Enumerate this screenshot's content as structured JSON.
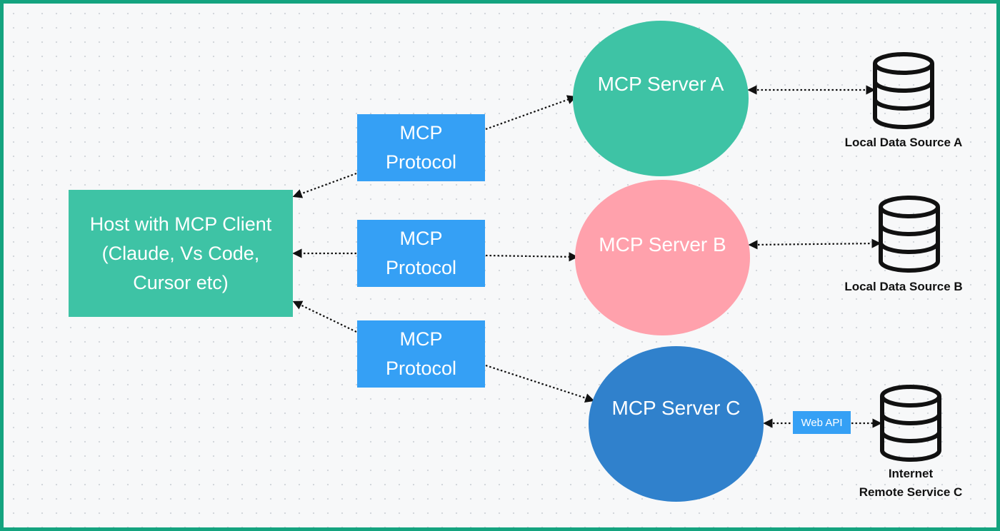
{
  "colors": {
    "frame": "#14a37f",
    "host": "#3ec3a5",
    "protocol": "#35a0f5",
    "server_a": "#3ec3a5",
    "server_b": "#ffa1ac",
    "server_c": "#3081cc",
    "web_api": "#35a0f5",
    "connector": "#111111"
  },
  "host": {
    "lines": [
      "Host with MCP Client",
      "(Claude, Vs Code,",
      "Cursor etc)"
    ]
  },
  "protocols": [
    {
      "line1": "MCP",
      "line2": "Protocol"
    },
    {
      "line1": "MCP",
      "line2": "Protocol"
    },
    {
      "line1": "MCP",
      "line2": "Protocol"
    }
  ],
  "servers": [
    {
      "label": "MCP Server A"
    },
    {
      "label": "MCP Server B"
    },
    {
      "label": "MCP Server C"
    }
  ],
  "web_api_label": "Web API",
  "sources": [
    {
      "lines": [
        "Local Data Source A"
      ],
      "icon": "database-icon"
    },
    {
      "lines": [
        "Local Data Source B"
      ],
      "icon": "database-icon"
    },
    {
      "lines": [
        "Internet",
        "Remote Service C"
      ],
      "icon": "database-icon"
    }
  ]
}
